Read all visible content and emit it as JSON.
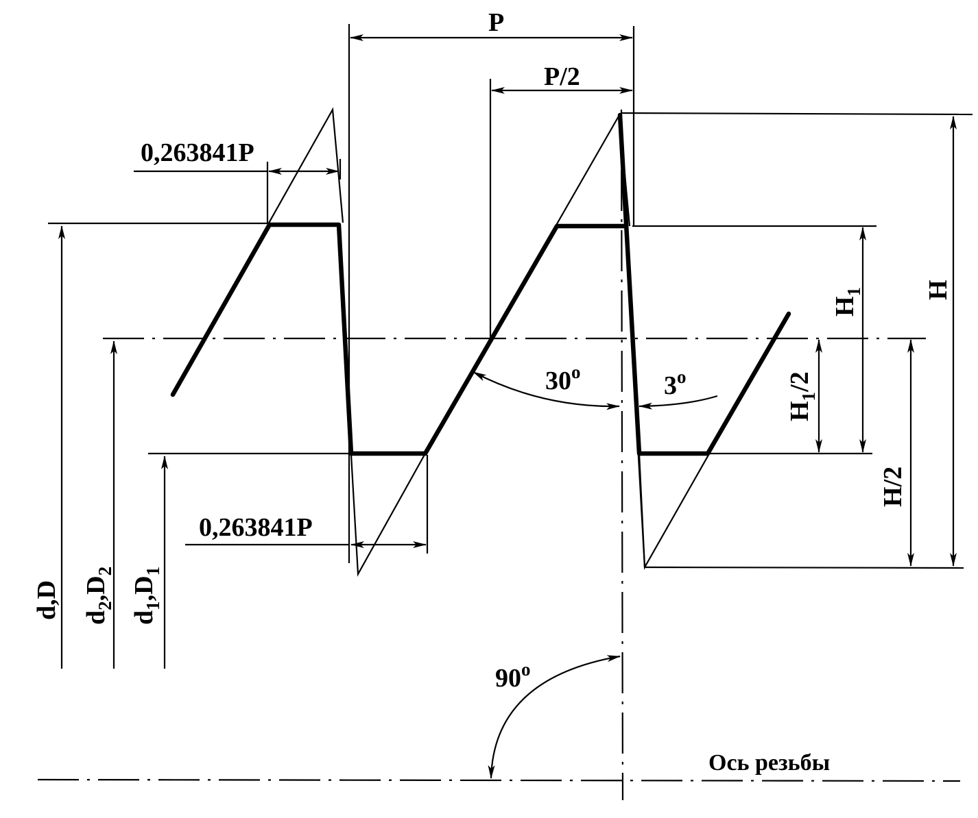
{
  "labels": {
    "pitch": "P",
    "half_pitch": "P/2",
    "flat_top": "0,263841P",
    "flat_bottom": "0,263841P",
    "height_H": "H",
    "height_H1_main": "H",
    "height_H1_sub": "1",
    "half_H1_main": "H",
    "half_H1_sub": "1",
    "half_H1_rest": "/2",
    "half_H": "H/2",
    "angle_30_value": "30",
    "angle_30_sup": "o",
    "angle_3_value": "3",
    "angle_3_sup": "o",
    "angle_90_value": "90",
    "angle_90_sup": "o",
    "axis_label": "Ось резьбы",
    "dim_major": "d,D",
    "dim_pitch_main": "d",
    "dim_pitch_sub1": "2",
    "dim_pitch_mid": ",D",
    "dim_pitch_sub2": "2",
    "dim_minor_main": "d",
    "dim_minor_sub1": "1",
    "dim_minor_mid": ",D",
    "dim_minor_sub2": "1"
  }
}
